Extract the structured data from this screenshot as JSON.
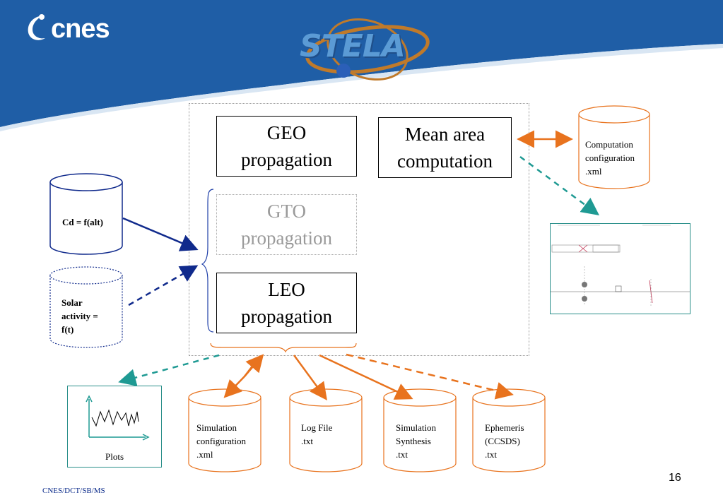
{
  "logo": {
    "text": "cnes"
  },
  "title_logo": {
    "text": "STELA"
  },
  "modules": {
    "geo": "GEO propagation",
    "mean_area": "Mean area computation",
    "gto": "GTO propagation",
    "leo": "LEO propagation"
  },
  "inputs": {
    "cd": "Cd = f(alt)",
    "solar": "Solar activity = f(t)",
    "computation_config": [
      "Computation",
      "configuration",
      ".xml"
    ]
  },
  "outputs": {
    "plots": "Plots",
    "sim_config": [
      "Simulation",
      "configuration",
      ".xml"
    ],
    "log_file": [
      "Log File",
      ".txt"
    ],
    "sim_synthesis": [
      "Simulation",
      "Synthesis",
      ".txt"
    ],
    "ephemeris": [
      "Ephemeris",
      "(CCSDS)",
      ".txt"
    ]
  },
  "colors": {
    "header_blue": "#1f5ea6",
    "orange": "#e8731e",
    "teal": "#1f9a93",
    "navy": "#102a8c"
  },
  "page_number": "16",
  "footer": "CNES/DCT/SB/MS"
}
